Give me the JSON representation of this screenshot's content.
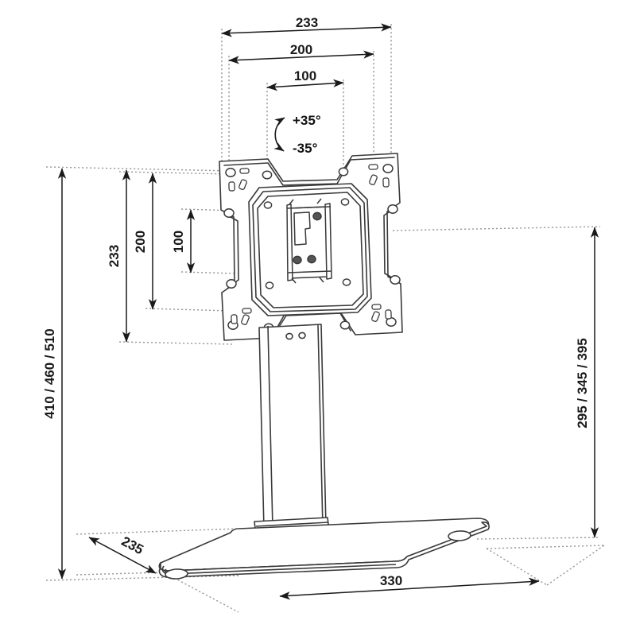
{
  "drawing": {
    "title": "TV stand / monitor desk mount dimensional drawing",
    "units": "mm",
    "line_color": "#3a3a3a",
    "dim_color": "#1a1a1a",
    "dotted_color": "#8a8a8a",
    "background": "#ffffff"
  },
  "dimensions": {
    "vesa_width_outer": "233",
    "vesa_width_mid": "200",
    "vesa_width_inner": "100",
    "vesa_height_outer": "233",
    "vesa_height_mid": "200",
    "vesa_height_inner": "100",
    "total_height": "410 / 460 / 510",
    "screen_height": "295 / 345 / 395",
    "base_depth": "235",
    "base_width": "330"
  },
  "annotations": {
    "tilt_up": "+35°",
    "tilt_down": "-35°"
  },
  "parts": {
    "vesa_plate": "vesa-mount-plate",
    "inner_plate": "inner-tilt-plate",
    "center_bracket": "center-bracket-mechanism",
    "column": "support-column",
    "base": "base-plate"
  }
}
